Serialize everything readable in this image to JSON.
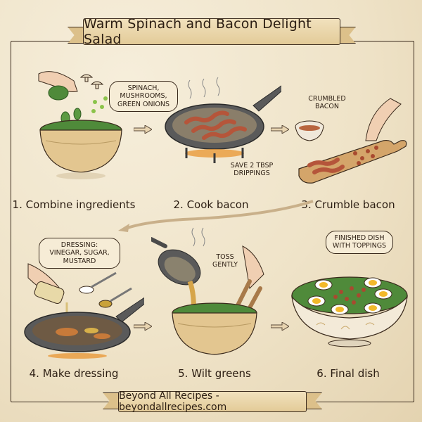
{
  "title": "Warm Spinach and Bacon Delight Salad",
  "footer": "Beyond All Recipes - beyondallrecipes.com",
  "colors": {
    "paper": "#f1e6cf",
    "ink": "#2b1d12",
    "banner": "#e8d4a6",
    "spinach": "#4f8a3a",
    "bacon": "#b5553a",
    "bowl": "#e3c690",
    "pan": "#5a5a5a",
    "egg_yolk": "#f2b92b"
  },
  "steps": [
    {
      "number": 1,
      "label": "1. Combine ingredients",
      "callout": "SPINACH, MUSHROOMS, GREEN ONIONS",
      "illustration": "hand-adding-spinach-to-bowl"
    },
    {
      "number": 2,
      "label": "2. Cook bacon",
      "callout": "SAVE 2 TBSP DRIPPINGS",
      "illustration": "bacon-in-skillet"
    },
    {
      "number": 3,
      "label": "3. Crumble bacon",
      "callout": "CRUMBLED BACON",
      "illustration": "bacon-on-cutting-board"
    },
    {
      "number": 4,
      "label": "4. Make dressing",
      "callout": "DRESSING: VINEGAR, SUGAR, MUSTARD",
      "illustration": "pouring-vinegar-into-skillet"
    },
    {
      "number": 5,
      "label": "5. Wilt greens",
      "callout": "TOSS GENTLY",
      "illustration": "pouring-dressing-over-greens"
    },
    {
      "number": 6,
      "label": "6. Final dish",
      "callout": "FINISHED DISH WITH TOPPINGS",
      "illustration": "salad-bowl-with-eggs-and-bacon"
    }
  ]
}
